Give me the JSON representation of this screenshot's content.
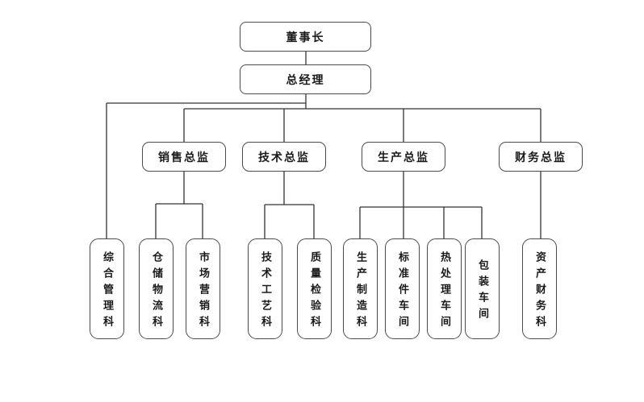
{
  "diagram": {
    "type": "org-chart",
    "background": "#ffffff",
    "colors": {
      "box_border": "#4a4a4a",
      "box_fill": "#ffffff",
      "connector_line": "#333333",
      "text": "#1a1a1a"
    },
    "nodes": {
      "chairman": "董事长",
      "general_manager": "总经理",
      "sales_director": "销售总监",
      "tech_director": "技术总监",
      "production_director": "生产总监",
      "finance_director": "财务总监",
      "general_admin": "综合管理科",
      "warehouse_logistics": "仓储物流科",
      "marketing": "市场营销科",
      "tech_process": "技术工艺科",
      "quality_inspection": "质量检验科",
      "manufacturing": "生产制造科",
      "standard_parts": "标准件车间",
      "heat_treatment": "热处理车间",
      "packaging": "包装车间",
      "asset_finance": "资产财务科"
    },
    "hierarchy": [
      {
        "parent": "董事长",
        "children": [
          "总经理"
        ]
      },
      {
        "parent": "总经理",
        "children": [
          "综合管理科",
          "销售总监",
          "技术总监",
          "生产总监",
          "财务总监"
        ]
      },
      {
        "parent": "销售总监",
        "children": [
          "仓储物流科",
          "市场营销科"
        ]
      },
      {
        "parent": "技术总监",
        "children": [
          "技术工艺科",
          "质量检验科"
        ]
      },
      {
        "parent": "生产总监",
        "children": [
          "生产制造科",
          "标准件车间",
          "热处理车间",
          "包装车间"
        ]
      },
      {
        "parent": "财务总监",
        "children": [
          "资产财务科"
        ]
      }
    ]
  }
}
